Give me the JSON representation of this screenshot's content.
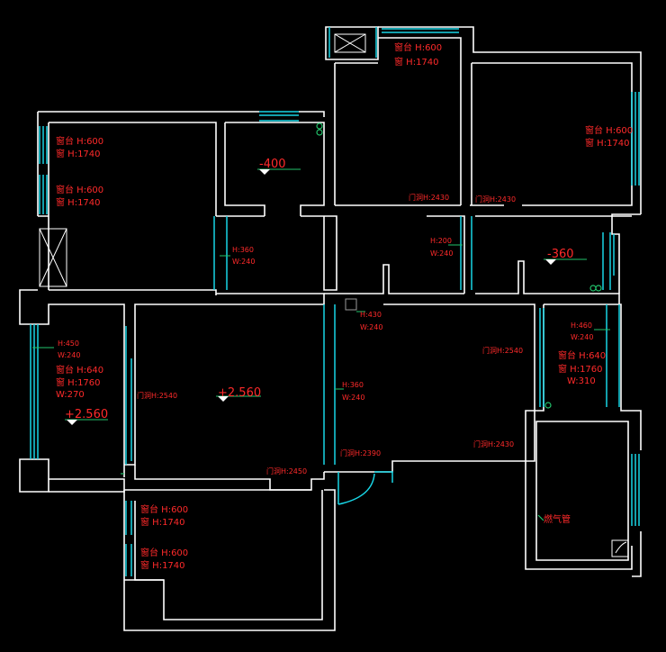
{
  "colors": {
    "background": "#000000",
    "walls": "#ffffff",
    "windows": "#18d6e6",
    "annotations": "#ff2a2a",
    "dimension_lines": "#22c36b"
  },
  "rooms": {
    "top_center": {
      "line1": "窗台 H:600",
      "line2": "窗 H:1740"
    },
    "top_right": {
      "line1": "窗台 H:600",
      "line2": "窗 H:1740"
    },
    "left_bedroom": {
      "line1": "窗台 H:600",
      "line2": "窗 H:1740",
      "line3": "窗台 H:600",
      "line4": "窗 H:1740"
    },
    "bottom_bedroom": {
      "line1": "窗台 H:600",
      "line2": "窗 H:1740",
      "line3": "窗台 H:600",
      "line4": "窗 H:1740"
    },
    "left_balcony": {
      "beam_h": "H:450",
      "beam_w": "W:240",
      "sill": "窗台 H:640",
      "window": "窗 H:1760",
      "width": "W:270",
      "level": "+2.560"
    },
    "right_balcony": {
      "beam_h": "H:460",
      "beam_w": "W:240",
      "sill": "窗台 H:640",
      "window": "窗 H:1760",
      "width": "W:310"
    },
    "kitchen": {
      "label": "燃气管"
    }
  },
  "levels": {
    "bathroom_left": "-400",
    "bathroom_right": "-360",
    "living": "+2.560"
  },
  "beams": {
    "b1": {
      "h": "H:360",
      "w": "W:240"
    },
    "b2": {
      "h": "H:200",
      "w": "W:240"
    },
    "b3": {
      "h": "H:430",
      "w": "W:240"
    },
    "b4": {
      "h": "H:360",
      "w": "W:240"
    }
  },
  "doors": {
    "d1": "门洞H:2430",
    "d2": "门洞H:2430",
    "d3": "门洞H:2540",
    "d4": "门洞H:2540",
    "d5": "门洞H:2390",
    "d6": "门洞H:2430",
    "d7": "门洞H:2450"
  }
}
